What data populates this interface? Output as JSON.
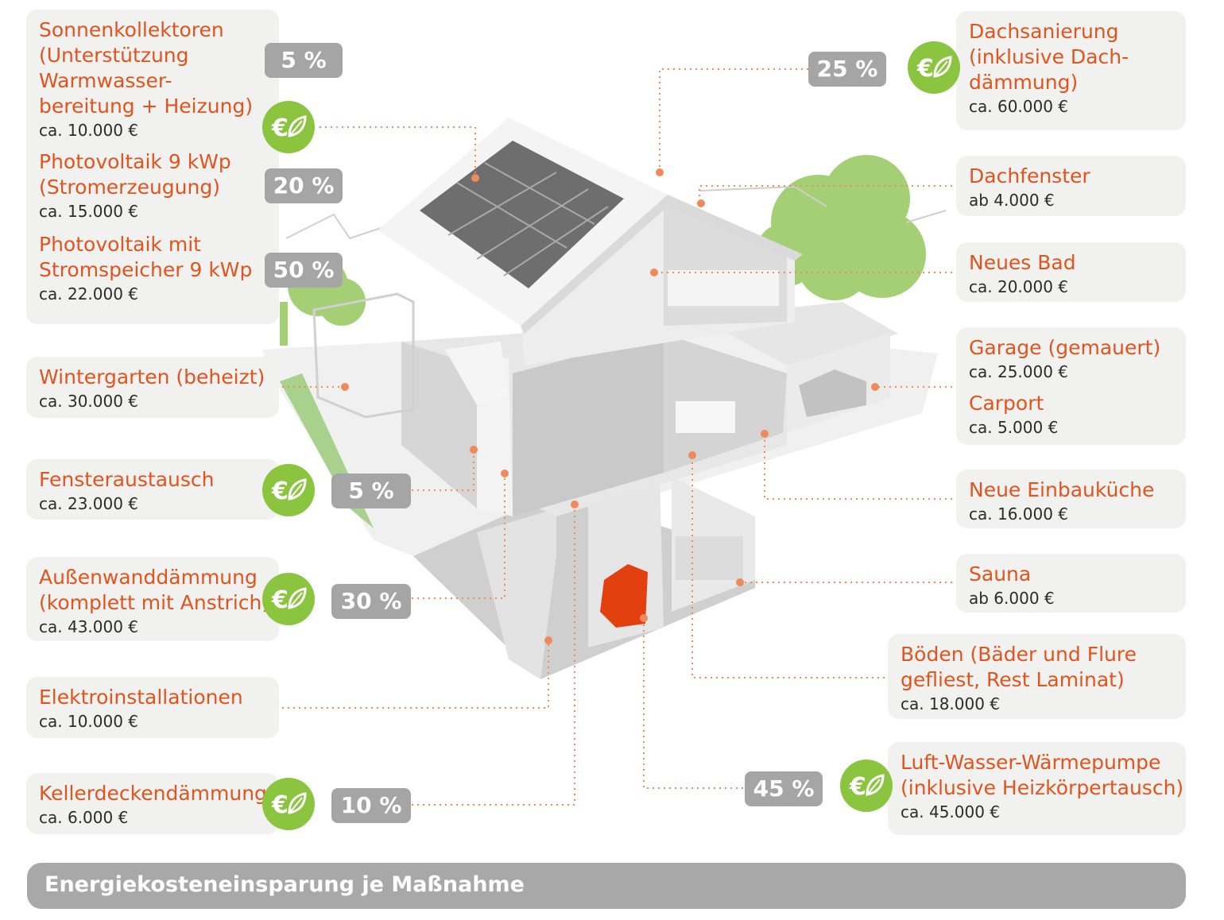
{
  "footer": {
    "label": "Energiekosteneinsparung je Maßnahme"
  },
  "items": {
    "sonnenkollektoren": {
      "title": [
        "Sonnenkollektoren",
        "(Unterstützung",
        "Warmwasser-",
        "bereitung + Heizung)"
      ],
      "price": "ca. 10.000 €",
      "savings": "5 %"
    },
    "photovoltaik": {
      "title": [
        "Photovoltaik 9 kWp",
        "(Stromerzeugung)"
      ],
      "price": "ca. 15.000 €",
      "savings": "20 %"
    },
    "photovoltaik_speicher": {
      "title": [
        "Photovoltaik mit",
        "Stromspeicher 9 kWp"
      ],
      "price": "ca. 22.000 €",
      "savings": "50 %"
    },
    "wintergarten": {
      "title": [
        "Wintergarten (beheizt)"
      ],
      "price": "ca. 30.000 €"
    },
    "fensteraustausch": {
      "title": [
        "Fensteraustausch"
      ],
      "price": "ca. 23.000 €",
      "savings": "5 %"
    },
    "aussenwand": {
      "title": [
        "Außenwanddämmung",
        "(komplett mit Anstrich)"
      ],
      "price": "ca. 43.000 €",
      "savings": "30 %"
    },
    "elektro": {
      "title": [
        "Elektroinstallationen"
      ],
      "price": "ca. 10.000 €"
    },
    "kellerdecke": {
      "title": [
        "Kellerdeckendämmung"
      ],
      "price": "ca. 6.000 €",
      "savings": "10 %"
    },
    "dachsanierung": {
      "title": [
        "Dachsanierung",
        "(inklusive Dach-",
        "dämmung)"
      ],
      "price": "ca. 60.000 €",
      "savings": "25 %"
    },
    "dachfenster": {
      "title": [
        "Dachfenster"
      ],
      "price": "ab 4.000 €"
    },
    "bad": {
      "title": [
        "Neues Bad"
      ],
      "price": "ca. 20.000 €"
    },
    "garage": {
      "title": [
        "Garage (gemauert)"
      ],
      "price": "ca. 25.000 €"
    },
    "carport": {
      "title": [
        "Carport"
      ],
      "price": "ca. 5.000 €"
    },
    "kueche": {
      "title": [
        "Neue Einbauküche"
      ],
      "price": "ca. 16.000 €"
    },
    "sauna": {
      "title": [
        "Sauna"
      ],
      "price": "ab 6.000 €"
    },
    "boeden": {
      "title": [
        "Böden (Bäder und Flure",
        "gefliest, Rest Laminat)"
      ],
      "price": "ca. 18.000 €"
    },
    "waermepumpe": {
      "title": [
        "Luft-Wasser-Wärmepumpe",
        "(inklusive Heizkörpertausch)"
      ],
      "price": "ca. 45.000 €",
      "savings": "45 %"
    }
  },
  "colors": {
    "title": "#e2541e",
    "price": "#2b2b2b",
    "card": "#f1f1ef",
    "savings_badge": "#a5a5a5",
    "eco": "#8bc53f",
    "leader": "#f08a5d",
    "house": "#d9d9d9"
  },
  "icons": {
    "eco_badge": "euro-leaf-icon"
  }
}
